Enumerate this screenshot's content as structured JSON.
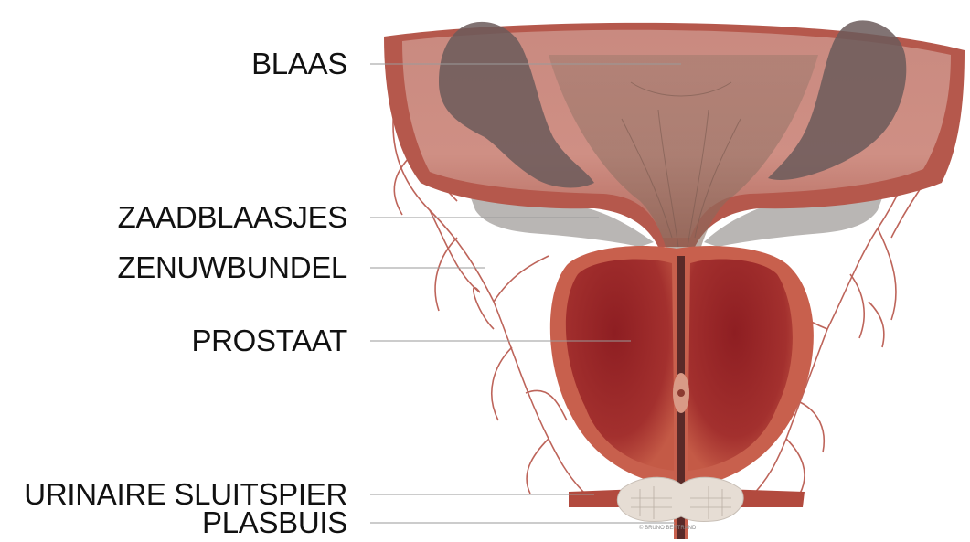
{
  "diagram": {
    "labels": {
      "bladder": "BLAAS",
      "seminal_vesicles": "ZAADBLAASJES",
      "nerve_bundle": "ZENUWBUNDEL",
      "prostate": "PROSTAAT",
      "urinary_sphincter": "URINAIRE SLUITSPIER",
      "urethra": "PLASBUIS"
    },
    "credit": "© BRUNO BERTRAND",
    "colors": {
      "bladder_wall": "#b5584c",
      "bladder_inner": "#c98c84",
      "prostate": "#a8342f",
      "vesicle_dark": "#6b5a5a",
      "gray_tissue": "#b9b6b4",
      "vessels": "#b24a3e",
      "leader_line": "#9a9a9a"
    }
  }
}
